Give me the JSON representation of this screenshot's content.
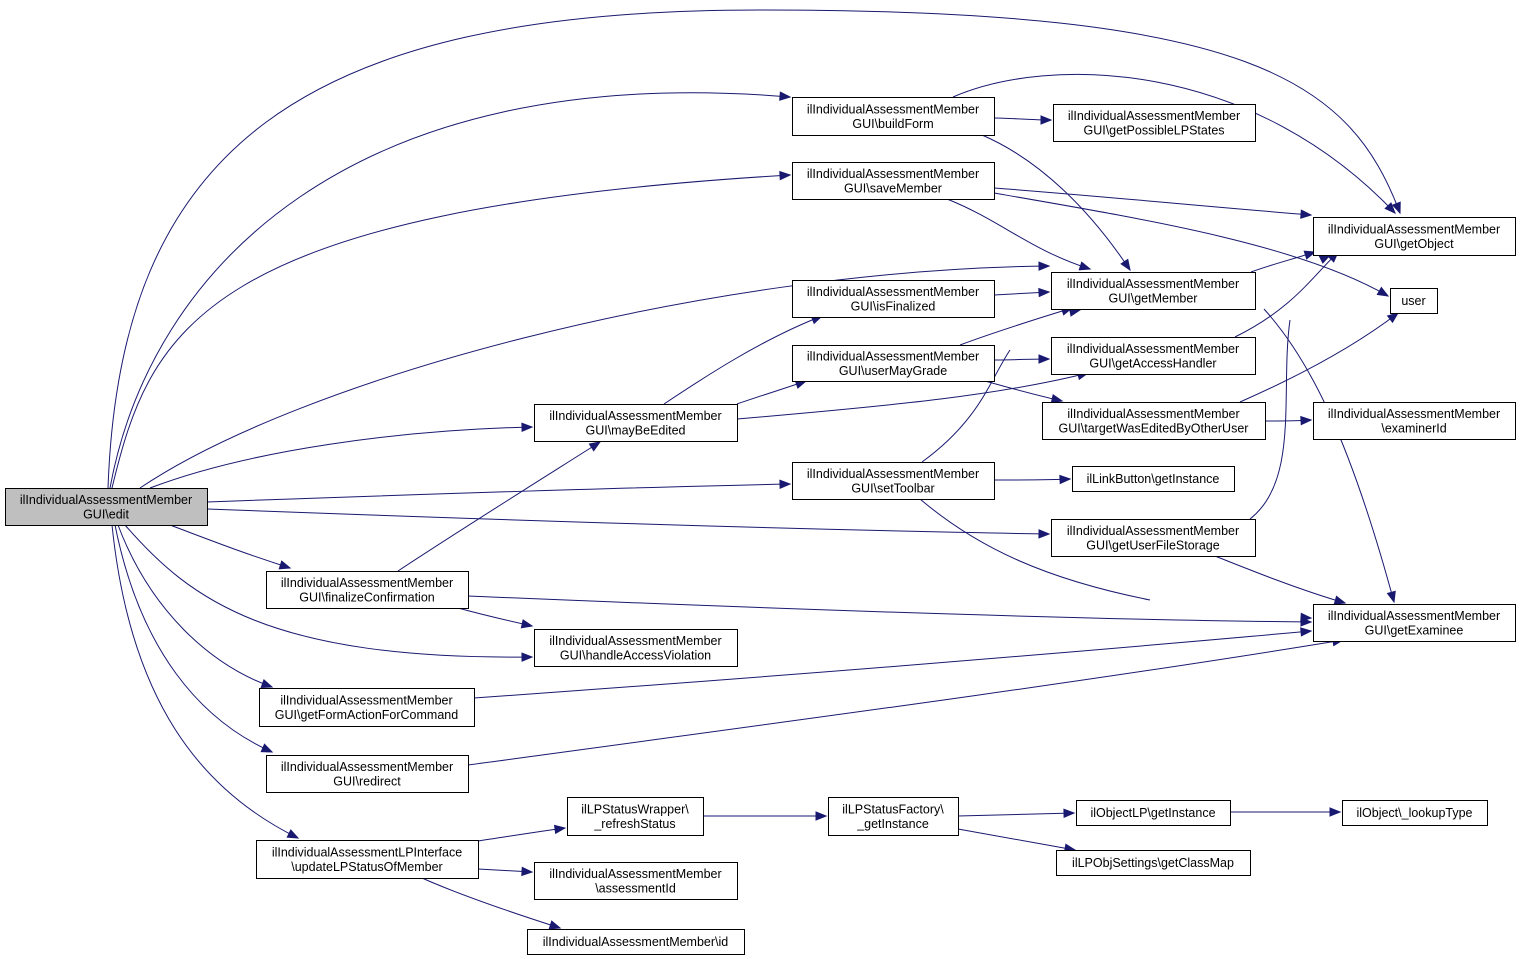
{
  "diagram": {
    "type": "call-graph",
    "colors": {
      "edge": "#191970",
      "root_fill": "#bfbfbf",
      "node_fill": "#ffffff",
      "border": "#000000"
    },
    "nodes": [
      {
        "id": "edit",
        "lines": [
          "ilIndividualAssessmentMember",
          "GUI\\edit"
        ],
        "root": true
      },
      {
        "id": "buildForm",
        "lines": [
          "ilIndividualAssessmentMember",
          "GUI\\buildForm"
        ]
      },
      {
        "id": "getPossibleLPStates",
        "lines": [
          "ilIndividualAssessmentMember",
          "GUI\\getPossibleLPStates"
        ]
      },
      {
        "id": "saveMember",
        "lines": [
          "ilIndividualAssessmentMember",
          "GUI\\saveMember"
        ]
      },
      {
        "id": "getObject",
        "lines": [
          "ilIndividualAssessmentMember",
          "GUI\\getObject"
        ]
      },
      {
        "id": "getMember",
        "lines": [
          "ilIndividualAssessmentMember",
          "GUI\\getMember"
        ]
      },
      {
        "id": "user",
        "lines": [
          "user"
        ]
      },
      {
        "id": "isFinalized",
        "lines": [
          "ilIndividualAssessmentMember",
          "GUI\\isFinalized"
        ]
      },
      {
        "id": "userMayGrade",
        "lines": [
          "ilIndividualAssessmentMember",
          "GUI\\userMayGrade"
        ]
      },
      {
        "id": "getAccessHandler",
        "lines": [
          "ilIndividualAssessmentMember",
          "GUI\\getAccessHandler"
        ]
      },
      {
        "id": "mayBeEdited",
        "lines": [
          "ilIndividualAssessmentMember",
          "GUI\\mayBeEdited"
        ]
      },
      {
        "id": "targetWasEdited",
        "lines": [
          "ilIndividualAssessmentMember",
          "GUI\\targetWasEditedByOtherUser"
        ]
      },
      {
        "id": "examinerId",
        "lines": [
          "ilIndividualAssessmentMember",
          "\\examinerId"
        ]
      },
      {
        "id": "setToolbar",
        "lines": [
          "ilIndividualAssessmentMember",
          "GUI\\setToolbar"
        ]
      },
      {
        "id": "linkButton",
        "lines": [
          "ilLinkButton\\getInstance"
        ]
      },
      {
        "id": "getUserFileStorage",
        "lines": [
          "ilIndividualAssessmentMember",
          "GUI\\getUserFileStorage"
        ]
      },
      {
        "id": "finalizeConfirmation",
        "lines": [
          "ilIndividualAssessmentMember",
          "GUI\\finalizeConfirmation"
        ]
      },
      {
        "id": "getExaminee",
        "lines": [
          "ilIndividualAssessmentMember",
          "GUI\\getExaminee"
        ]
      },
      {
        "id": "handleAccessViolation",
        "lines": [
          "ilIndividualAssessmentMember",
          "GUI\\handleAccessViolation"
        ]
      },
      {
        "id": "getFormActionForCommand",
        "lines": [
          "ilIndividualAssessmentMember",
          "GUI\\getFormActionForCommand"
        ]
      },
      {
        "id": "redirect",
        "lines": [
          "ilIndividualAssessmentMember",
          "GUI\\redirect"
        ]
      },
      {
        "id": "updateLPStatus",
        "lines": [
          "ilIndividualAssessmentLPInterface",
          "\\updateLPStatusOfMember"
        ]
      },
      {
        "id": "refreshStatus",
        "lines": [
          "ilLPStatusWrapper\\",
          "_refreshStatus"
        ]
      },
      {
        "id": "lpStatusFactory",
        "lines": [
          "ilLPStatusFactory\\",
          "_getInstance"
        ]
      },
      {
        "id": "objectLP",
        "lines": [
          "ilObjectLP\\getInstance"
        ]
      },
      {
        "id": "lookupType",
        "lines": [
          "ilObject\\_lookupType"
        ]
      },
      {
        "id": "getClassMap",
        "lines": [
          "ilLPObjSettings\\getClassMap"
        ]
      },
      {
        "id": "assessmentId",
        "lines": [
          "ilIndividualAssessmentMember",
          "\\assessmentId"
        ]
      },
      {
        "id": "memberId",
        "lines": [
          "ilIndividualAssessmentMember\\id"
        ]
      }
    ],
    "edges": [
      [
        "edit",
        "buildForm"
      ],
      [
        "edit",
        "saveMember"
      ],
      [
        "edit",
        "getObject"
      ],
      [
        "edit",
        "getMember"
      ],
      [
        "edit",
        "mayBeEdited"
      ],
      [
        "edit",
        "setToolbar"
      ],
      [
        "edit",
        "getUserFileStorage"
      ],
      [
        "edit",
        "finalizeConfirmation"
      ],
      [
        "edit",
        "handleAccessViolation"
      ],
      [
        "edit",
        "getFormActionForCommand"
      ],
      [
        "edit",
        "redirect"
      ],
      [
        "edit",
        "updateLPStatus"
      ],
      [
        "buildForm",
        "getPossibleLPStates"
      ],
      [
        "buildForm",
        "getObject"
      ],
      [
        "buildForm",
        "getMember"
      ],
      [
        "saveMember",
        "getObject"
      ],
      [
        "saveMember",
        "getMember"
      ],
      [
        "saveMember",
        "user"
      ],
      [
        "getMember",
        "getObject"
      ],
      [
        "getMember",
        "getExaminee"
      ],
      [
        "isFinalized",
        "getMember"
      ],
      [
        "userMayGrade",
        "getMember"
      ],
      [
        "userMayGrade",
        "getAccessHandler"
      ],
      [
        "userMayGrade",
        "targetWasEdited"
      ],
      [
        "getAccessHandler",
        "getObject"
      ],
      [
        "mayBeEdited",
        "isFinalized"
      ],
      [
        "mayBeEdited",
        "userMayGrade"
      ],
      [
        "mayBeEdited",
        "getAccessHandler"
      ],
      [
        "targetWasEdited",
        "user"
      ],
      [
        "targetWasEdited",
        "examinerId"
      ],
      [
        "setToolbar",
        "getMember"
      ],
      [
        "setToolbar",
        "linkButton"
      ],
      [
        "setToolbar",
        "getExaminee"
      ],
      [
        "getUserFileStorage",
        "getObject"
      ],
      [
        "getUserFileStorage",
        "getExaminee"
      ],
      [
        "finalizeConfirmation",
        "mayBeEdited"
      ],
      [
        "finalizeConfirmation",
        "getExaminee"
      ],
      [
        "finalizeConfirmation",
        "handleAccessViolation"
      ],
      [
        "getFormActionForCommand",
        "getExaminee"
      ],
      [
        "redirect",
        "getExaminee"
      ],
      [
        "updateLPStatus",
        "refreshStatus"
      ],
      [
        "updateLPStatus",
        "assessmentId"
      ],
      [
        "updateLPStatus",
        "memberId"
      ],
      [
        "refreshStatus",
        "lpStatusFactory"
      ],
      [
        "lpStatusFactory",
        "objectLP"
      ],
      [
        "lpStatusFactory",
        "getClassMap"
      ],
      [
        "objectLP",
        "lookupType"
      ]
    ]
  }
}
